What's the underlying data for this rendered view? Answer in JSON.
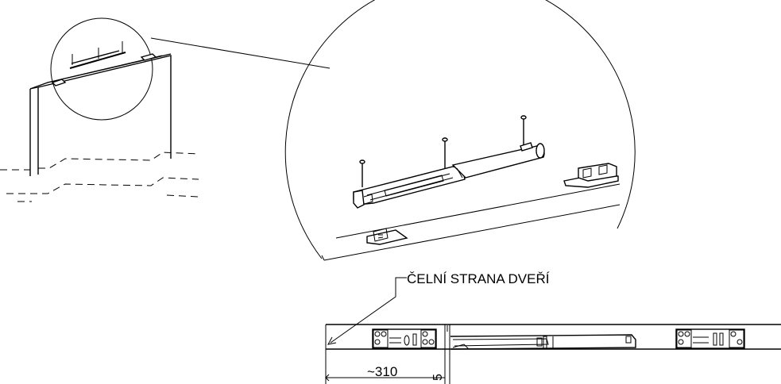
{
  "diagram": {
    "front_side_label": "ČELNÍ STRANA DVEŘÍ",
    "dim_length": "~310",
    "dim_offset": "5",
    "line_color": "#000000",
    "background": "#ffffff"
  }
}
